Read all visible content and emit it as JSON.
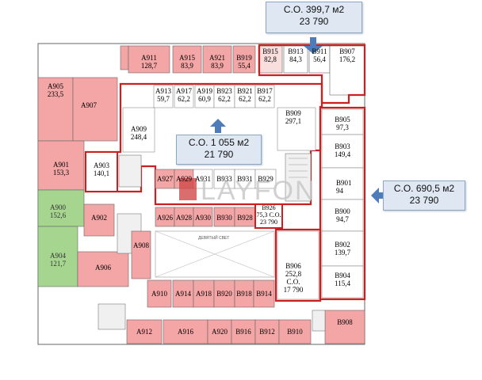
{
  "callouts": {
    "top_right": {
      "area": "С.О. 399,7 м2",
      "price": "23 790"
    },
    "center": {
      "area": "С.О. 1 055 м2",
      "price": "21 790"
    },
    "right": {
      "area": "С.О. 690,5 м2",
      "price": "23 790"
    }
  },
  "watermark": "LAYFON",
  "void_label": "ДЕВЯТЫЙ СВЕТ",
  "colors": {
    "red_unit": "#f4a5a5",
    "green_unit": "#a6d58f",
    "pink_unit": "#f9dede",
    "outline": "#cc1f1f",
    "arrow": "#4d7cb8"
  },
  "units": {
    "A911": {
      "name": "A911",
      "area": "128,7"
    },
    "A915": {
      "name": "A915",
      "area": "83,9"
    },
    "A921": {
      "name": "A921",
      "area": "83,9"
    },
    "B919": {
      "name": "B919",
      "area": "55,4"
    },
    "B915": {
      "name": "B915",
      "area": "82,8"
    },
    "B913": {
      "name": "B913",
      "area": "84,3"
    },
    "B911": {
      "name": "B911",
      "area": "56,4"
    },
    "B907": {
      "name": "B907",
      "area": "176,2"
    },
    "A905": {
      "name": "A905",
      "area": "233,5"
    },
    "A907": {
      "name": "A907",
      "area": ""
    },
    "A913": {
      "name": "A913",
      "area": "59,7"
    },
    "A917": {
      "name": "A917",
      "area": "62,2"
    },
    "A919": {
      "name": "A919",
      "area": "60,9"
    },
    "B923": {
      "name": "B923",
      "area": "62,2"
    },
    "B921": {
      "name": "B921",
      "area": "62,2"
    },
    "B917": {
      "name": "B917",
      "area": "62,2"
    },
    "A909": {
      "name": "A909",
      "area": "248,4"
    },
    "B909": {
      "name": "B909",
      "area": "297,1"
    },
    "B905": {
      "name": "B905",
      "area": "97,3"
    },
    "A901": {
      "name": "A901",
      "area": "153,3"
    },
    "A903": {
      "name": "A903",
      "area": "140,1"
    },
    "B903": {
      "name": "B903",
      "area": "149,4"
    },
    "A927": {
      "name": "A927",
      "area": ""
    },
    "A929": {
      "name": "A929",
      "area": ""
    },
    "A931": {
      "name": "A931",
      "area": ""
    },
    "B933": {
      "name": "B933",
      "area": ""
    },
    "B931": {
      "name": "B931",
      "area": ""
    },
    "B929": {
      "name": "B929",
      "area": ""
    },
    "B901": {
      "name": "B901",
      "area": "94"
    },
    "A900": {
      "name": "A900",
      "area": "152,6"
    },
    "A902": {
      "name": "A902",
      "area": ""
    },
    "A926": {
      "name": "A926",
      "area": ""
    },
    "A928": {
      "name": "A928",
      "area": ""
    },
    "A930": {
      "name": "A930",
      "area": ""
    },
    "B930": {
      "name": "B930",
      "area": ""
    },
    "B928": {
      "name": "B928",
      "area": ""
    },
    "B926": {
      "name": "B926",
      "area": "75,3",
      "extra": "С.О.",
      "price": "23 790"
    },
    "B900": {
      "name": "B900",
      "area": "94,7"
    },
    "A904": {
      "name": "A904",
      "area": "121,7"
    },
    "A908": {
      "name": "A908",
      "area": ""
    },
    "B902": {
      "name": "B902",
      "area": "139,7"
    },
    "A906": {
      "name": "A906",
      "area": ""
    },
    "B906": {
      "name": "B906",
      "area": "252,8",
      "extra": "С.О.",
      "price": "17 790"
    },
    "B904": {
      "name": "B904",
      "area": "115,4"
    },
    "A910": {
      "name": "A910",
      "area": ""
    },
    "A914": {
      "name": "A914",
      "area": ""
    },
    "A918": {
      "name": "A918",
      "area": ""
    },
    "B920": {
      "name": "B920",
      "area": ""
    },
    "B918": {
      "name": "B918",
      "area": ""
    },
    "B914": {
      "name": "B914",
      "area": ""
    },
    "B908": {
      "name": "B908",
      "area": ""
    },
    "A912": {
      "name": "A912",
      "area": ""
    },
    "A916": {
      "name": "A916",
      "area": ""
    },
    "A920": {
      "name": "A920",
      "area": ""
    },
    "B916": {
      "name": "B916",
      "area": ""
    },
    "B912": {
      "name": "B912",
      "area": ""
    },
    "B910": {
      "name": "B910",
      "area": ""
    }
  }
}
